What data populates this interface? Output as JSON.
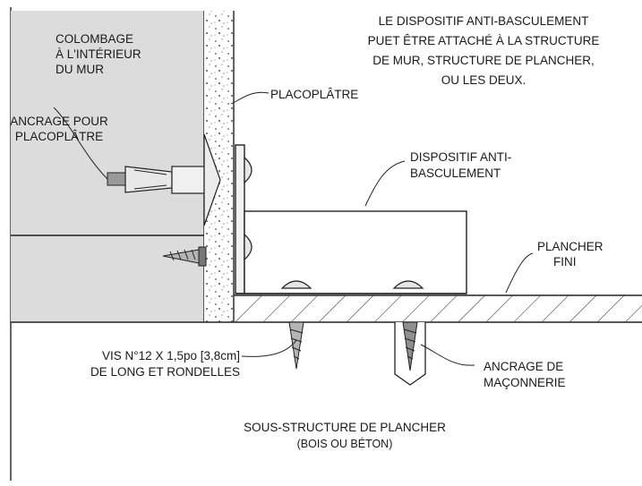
{
  "labels": {
    "top_note": [
      "LE DISPOSITIF ANTI-BASCULEMENT",
      "PUET ÊTRE ATTACHÉ À LA STRUCTURE",
      "DE MUR, STRUCTURE DE PLANCHER,",
      "OU LES DEUX."
    ],
    "stud": [
      "COLOMBAGE",
      "À L'INTÉRIEUR",
      "DU MUR"
    ],
    "drywall_anchor": [
      "ANCRAGE POUR",
      "PLACOPLÂTRE"
    ],
    "drywall": "PLACOPLÂTRE",
    "tip_device": [
      "DISPOSITIF ANTI-",
      "BASCULEMENT"
    ],
    "finished_floor": [
      "PLANCHER",
      "FINI"
    ],
    "screws": [
      "VIS N°12 X 1,5po [3,8cm]",
      "DE LONG ET RONDELLES"
    ],
    "masonry_anchor": [
      "ANCRAGE DE",
      "MAÇONNERIE"
    ],
    "subfloor": [
      "SOUS-STRUCTURE DE PLANCHER",
      "(BOIS OU BÉTON)"
    ]
  },
  "colors": {
    "stud_fill": "#dcdcdc",
    "line": "#222222"
  }
}
